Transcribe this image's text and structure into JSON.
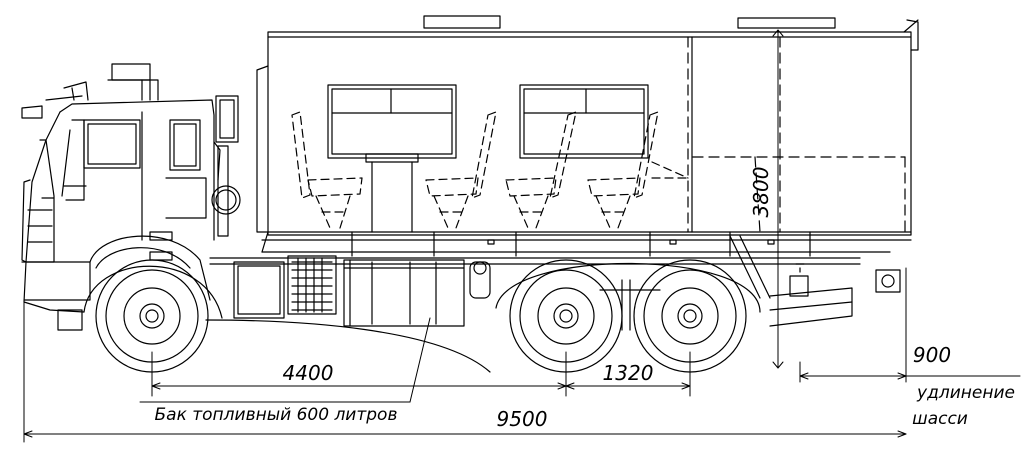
{
  "dimensions": {
    "wheelbase_front": "4400",
    "rear_axle_spacing": "1320",
    "overall_length": "9500",
    "body_height": "3800",
    "chassis_extension": "900"
  },
  "labels": {
    "fuel_tank": "Бак топливный 600 литров",
    "chassis_ext_line1": "удлинение",
    "chassis_ext_line2": "шасси"
  }
}
